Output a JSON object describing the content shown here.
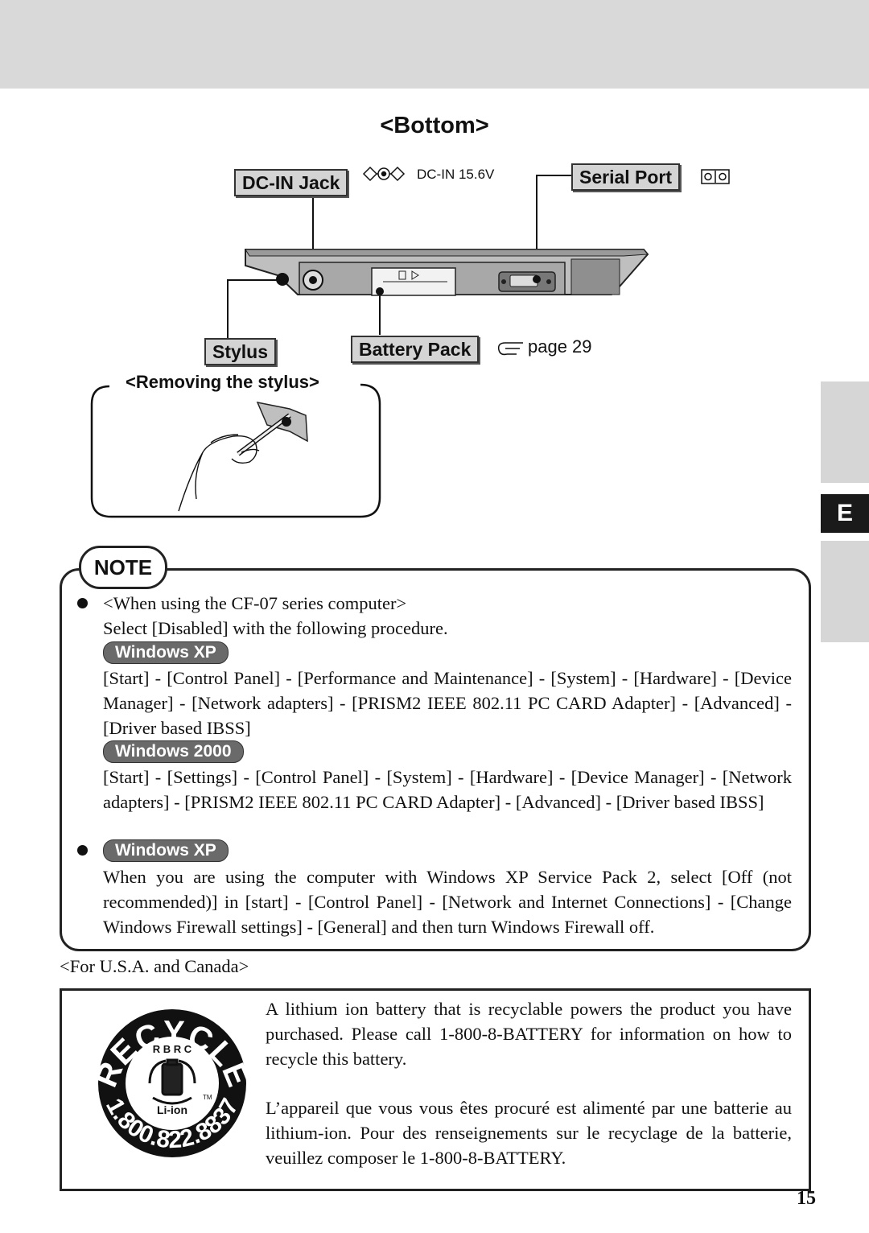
{
  "section": {
    "title": "<Bottom>"
  },
  "diagram": {
    "dcin_label": "DC-IN Jack",
    "dcin_rating": "DC-IN 15.6V",
    "serial_label": "Serial Port",
    "stylus_label": "Stylus",
    "battery_label": "Battery Pack",
    "battery_ref": "page 29"
  },
  "stylus_removal": {
    "title": "<Removing the stylus>"
  },
  "side_tab": {
    "letter": "E"
  },
  "note": {
    "badge": "NOTE",
    "item1_heading": "<When using the CF-07 series computer>",
    "item1_intro": "Select [Disabled] with the following procedure.",
    "os_xp": "Windows XP",
    "xp_steps": "[Start] - [Control Panel] - [Performance and Maintenance] - [System] - [Hardware] - [Device Manager] - [Network adapters] - [PRISM2 IEEE 802.11 PC CARD Adapter] - [Advanced] - [Driver based IBSS]",
    "os_2000": "Windows 2000",
    "w2k_steps": "[Start] - [Settings] - [Control Panel] - [System] - [Hardware] - [Device Manager] - [Network adapters] - [PRISM2 IEEE 802.11 PC CARD Adapter] - [Advanced] - [Driver based IBSS]",
    "os_xp2": "Windows XP",
    "item2_text": "When you are using the computer with Windows XP Service Pack 2, select [Off (not recommended)] in [start] - [Control Panel] - [Network and Internet Connections] - [Change Windows Firewall settings] - [General] and then turn Windows Firewall off."
  },
  "recycle": {
    "region": "<For U.S.A. and Canada>",
    "english": "A lithium ion battery that is recyclable powers the product you have purchased.  Please call 1-800-8-BATTERY for information on how to recycle this battery.",
    "french": "L’appareil que vous vous êtes procuré est alimenté par une batterie au lithium-ion. Pour des renseignements sur le recyclage de la batterie, veuillez composer le 1-800-8-BATTERY.",
    "logo_text": {
      "top": "RECYCLE",
      "org": "R B R C",
      "chem": "Li-ion",
      "tm": "TM",
      "phone": "1.800.822.8837"
    }
  },
  "page": {
    "number": "15"
  }
}
